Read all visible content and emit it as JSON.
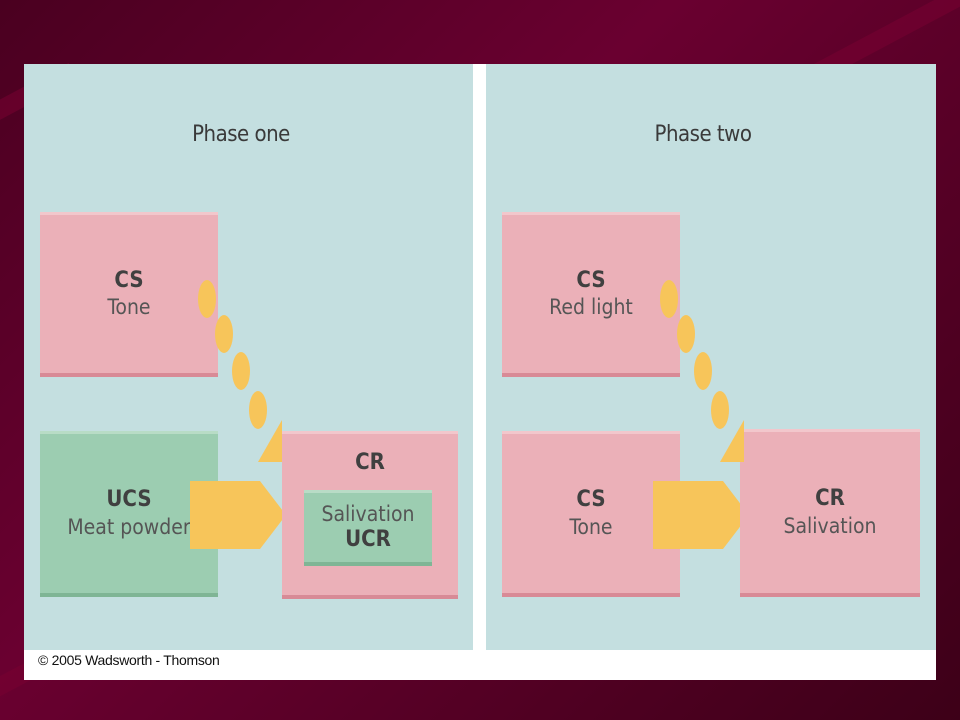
{
  "phase_one": {
    "title": "Phase one",
    "cs_label": "CS",
    "cs_value": "Tone",
    "ucs_label": "UCS",
    "ucs_value": "Meat powder",
    "cr_label": "CR",
    "inner_value": "Salivation",
    "inner_label": "UCR"
  },
  "phase_two": {
    "title": "Phase two",
    "cs_top_label": "CS",
    "cs_top_value": "Red light",
    "cs_bottom_label": "CS",
    "cs_bottom_value": "Tone",
    "cr_label": "CR",
    "cr_value": "Salivation"
  },
  "copyright": "© 2005 Wadsworth - Thomson",
  "colors": {
    "panel_bg": "#c4dfe0",
    "pink_box": "#ebb0b8",
    "green_box": "#9ccdb1",
    "arrow_yellow": "#f7c55a"
  }
}
